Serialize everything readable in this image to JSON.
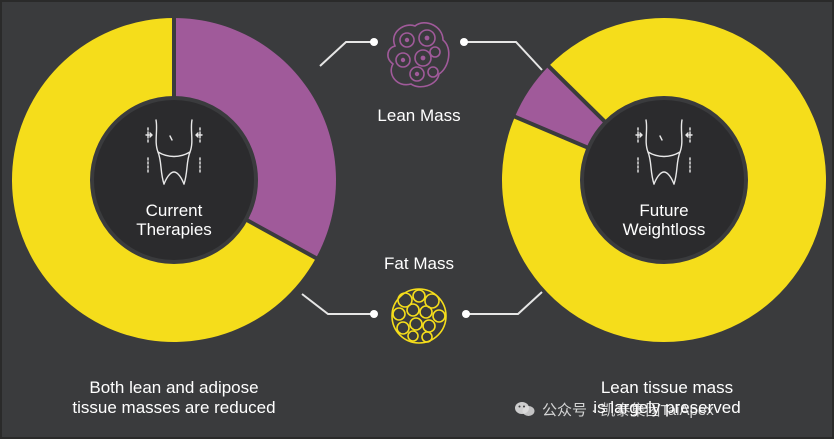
{
  "colors": {
    "background": "#3a3b3d",
    "lean_mass": "#a05a9a",
    "fat_mass": "#f5dd1b",
    "donut_hole": "#2b2b2d",
    "connector": "#e6e6e6"
  },
  "left_chart": {
    "label_line1": "Current",
    "label_line2": "Therapies",
    "lean_fraction": 0.33,
    "fat_fraction": 0.67,
    "caption_line1": "Both lean and adipose",
    "caption_line2": "tissue masses are reduced",
    "icon": "body-silhouette-icon"
  },
  "right_chart": {
    "label_line1": "Future",
    "label_line2": "Weightloss",
    "lean_fraction": 0.06,
    "fat_fraction": 0.94,
    "caption_line1": "Lean tissue mass",
    "caption_line2": "is largely preserved",
    "icon": "body-silhouette-icon"
  },
  "legend": {
    "lean_label": "Lean Mass",
    "lean_icon": "muscle-cells-icon",
    "fat_label": "Fat Mass",
    "fat_icon": "fat-cells-icon"
  },
  "watermark": {
    "text": "公众号 · 凯泰集团TaiApex",
    "icon": "wechat-icon"
  }
}
